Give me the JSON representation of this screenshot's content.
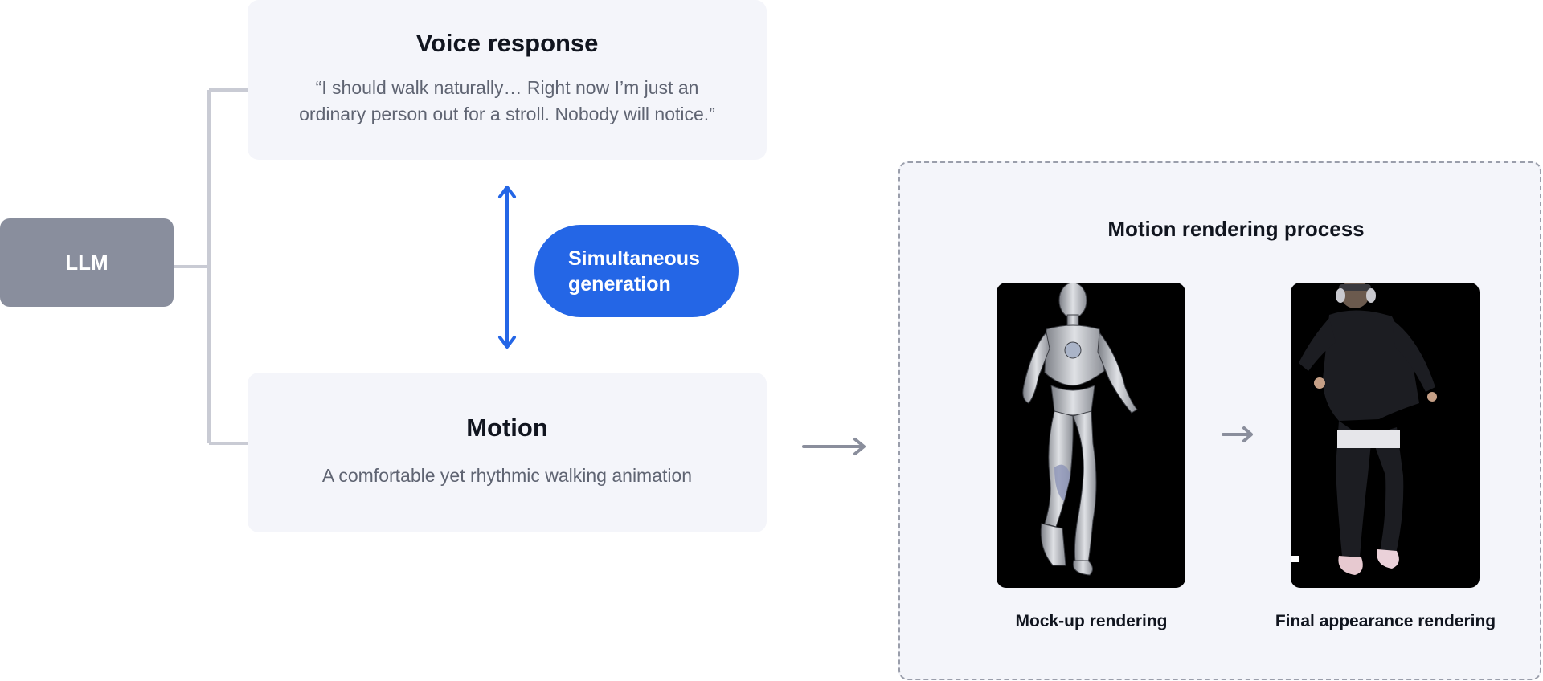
{
  "llm": {
    "label": "LLM"
  },
  "voice_response": {
    "title": "Voice response",
    "line1": "“I should walk naturally… Right now I’m just an",
    "line2": "ordinary person out for a stroll. Nobody will notice.”"
  },
  "simultaneous": {
    "line1": "Simultaneous",
    "line2": "generation"
  },
  "motion": {
    "title": "Motion",
    "description": "A comfortable yet rhythmic walking animation"
  },
  "rendering_process": {
    "title": "Motion rendering process",
    "mockup_caption": "Mock-up rendering",
    "final_caption": "Final appearance rendering"
  },
  "colors": {
    "llm_box": "#898e9d",
    "card_bg": "#f4f5fa",
    "accent_blue": "#2466e6",
    "connector_gray": "#c9cbd4",
    "arrow_gray": "#8a8e9c"
  }
}
